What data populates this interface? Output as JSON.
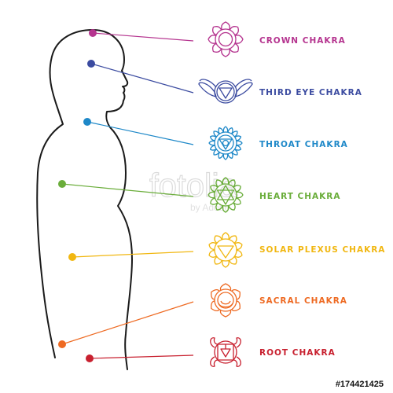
{
  "chakras": [
    {
      "key": "crown",
      "label": "CROWN CHAKRA",
      "color": "#b5348f"
    },
    {
      "key": "third",
      "label": "THIRD EYE CHAKRA",
      "color": "#3b4ba0"
    },
    {
      "key": "throat",
      "label": "THROAT CHAKRA",
      "color": "#1e88c8"
    },
    {
      "key": "heart",
      "label": "HEART CHAKRA",
      "color": "#6aad3a"
    },
    {
      "key": "solar",
      "label": "SOLAR PLEXUS CHAKRA",
      "color": "#f1b711"
    },
    {
      "key": "sacral",
      "label": "SACRAL CHAKRA",
      "color": "#ee6a22"
    },
    {
      "key": "root",
      "label": "ROOT CHAKRA",
      "color": "#c8202f"
    }
  ],
  "watermark": {
    "text": "fotolia",
    "subtext": "by Adobe"
  },
  "stock_id": "#174421425"
}
